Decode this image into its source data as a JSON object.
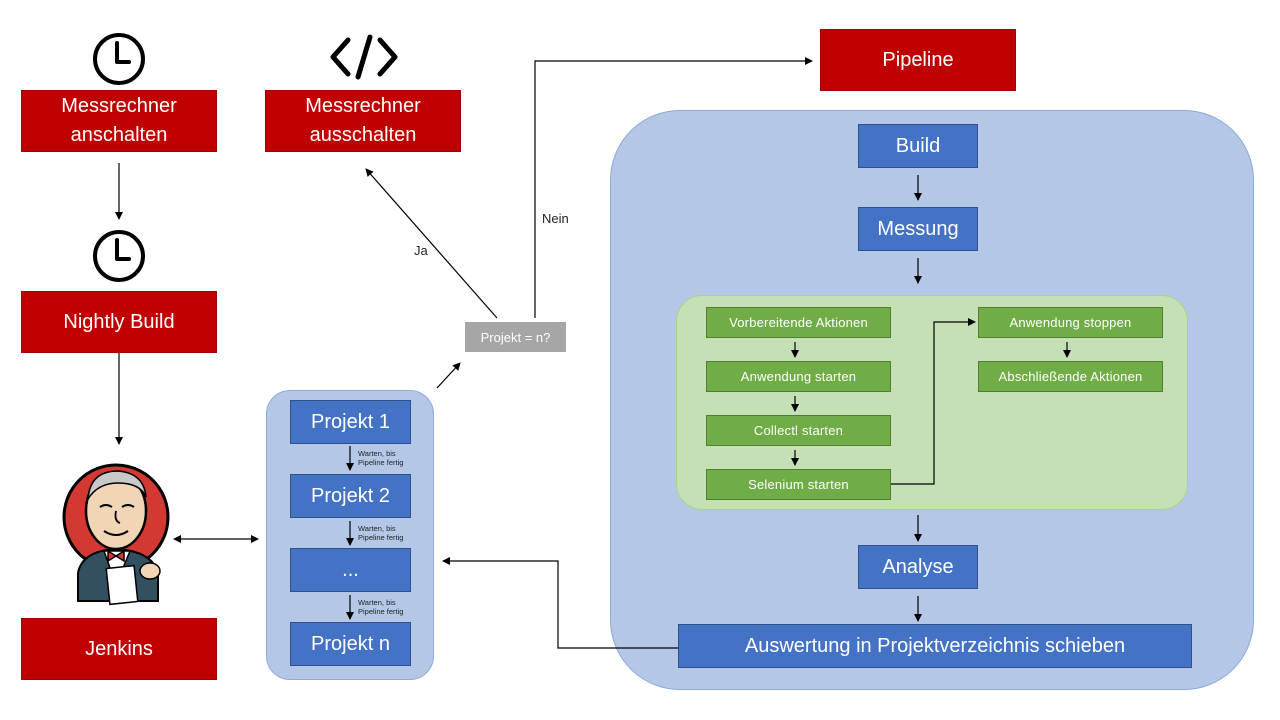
{
  "left": {
    "on_label": "Messrechner\nanschalten",
    "nightly_label": "Nightly Build",
    "jenkins_label": "Jenkins",
    "clock_icon": "clock-icon",
    "jenkins_icon": "jenkins-butler-logo"
  },
  "top": {
    "off_label": "Messrechner\nausschalten",
    "code_icon": "code-icon",
    "pipeline_label": "Pipeline"
  },
  "decision": {
    "label": "Projekt = n?",
    "yes": "Ja",
    "no": "Nein"
  },
  "projects": {
    "items": [
      "Projekt 1",
      "Projekt 2",
      "...",
      "Projekt n"
    ],
    "wait_note": "Warten, bis\nPipeline fertig"
  },
  "pipeline": {
    "build": "Build",
    "measure": "Messung",
    "analysis": "Analyse",
    "move": "Auswertung in Projektverzeichnis schieben",
    "steps_left": [
      "Vorbereitende Aktionen",
      "Anwendung starten",
      "Collectl starten",
      "Selenium starten"
    ],
    "steps_right": [
      "Anwendung stoppen",
      "Abschließende Aktionen"
    ]
  },
  "colors": {
    "red": "#c00000",
    "blue": "#4472c4",
    "green": "#70ad47",
    "panel_blue": "#b4c7e7",
    "panel_green": "#c5e0b4",
    "gray": "#a6a6a6"
  }
}
